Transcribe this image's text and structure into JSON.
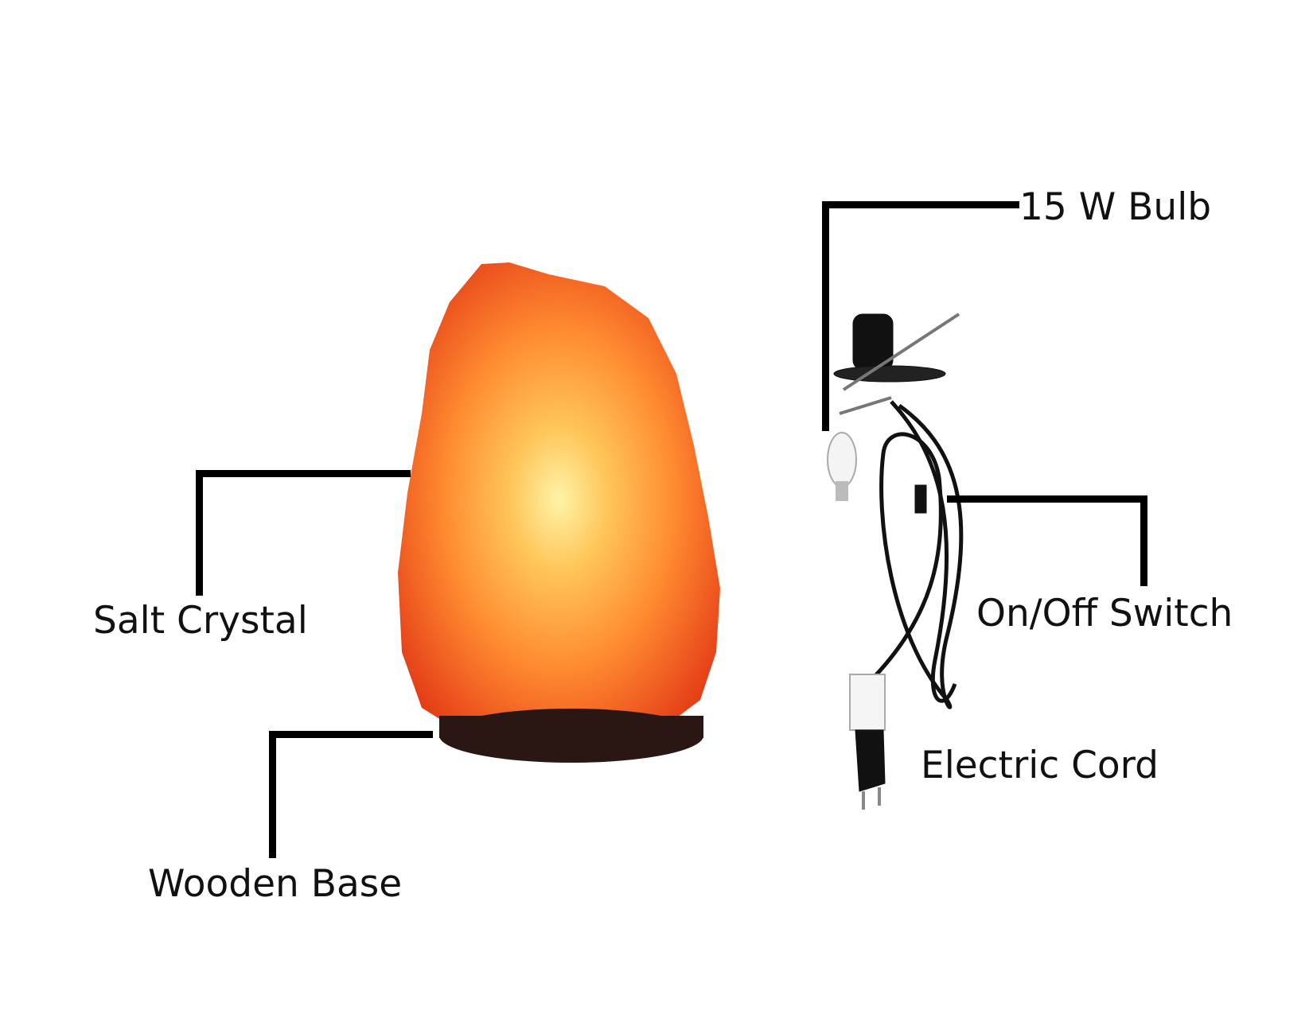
{
  "labels": {
    "salt_crystal": "Salt Crystal",
    "wooden_base": "Wooden Base",
    "bulb": "15 W Bulb",
    "switch": "On/Off Switch",
    "cord": "Electric Cord"
  },
  "colors": {
    "crystal_core": "#fff2a0",
    "crystal_mid": "#ffa838",
    "crystal_edge": "#e8461c",
    "base": "#2a1612",
    "leader_line": "#000000"
  }
}
